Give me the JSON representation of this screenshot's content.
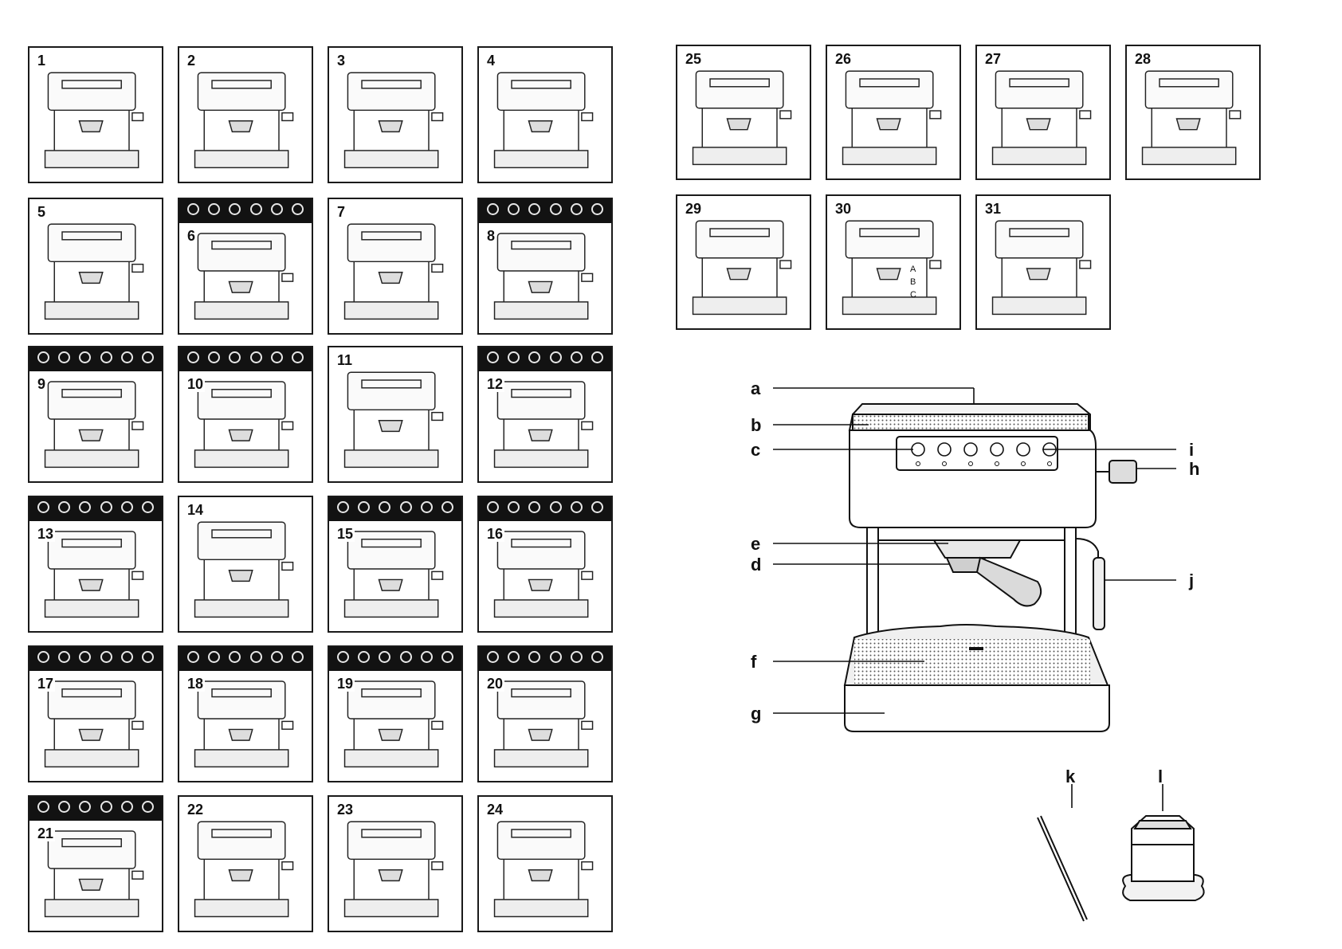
{
  "steps": [
    {
      "n": "1",
      "bar": false
    },
    {
      "n": "2",
      "bar": false
    },
    {
      "n": "3",
      "bar": false
    },
    {
      "n": "4",
      "bar": false
    },
    {
      "n": "5",
      "bar": false
    },
    {
      "n": "6",
      "bar": true
    },
    {
      "n": "7",
      "bar": false
    },
    {
      "n": "8",
      "bar": true
    },
    {
      "n": "9",
      "bar": true
    },
    {
      "n": "10",
      "bar": true
    },
    {
      "n": "11",
      "bar": false
    },
    {
      "n": "12",
      "bar": true
    },
    {
      "n": "13",
      "bar": true
    },
    {
      "n": "14",
      "bar": false
    },
    {
      "n": "15",
      "bar": true
    },
    {
      "n": "16",
      "bar": true
    },
    {
      "n": "17",
      "bar": true
    },
    {
      "n": "18",
      "bar": true
    },
    {
      "n": "19",
      "bar": true
    },
    {
      "n": "20",
      "bar": true
    },
    {
      "n": "21",
      "bar": true
    },
    {
      "n": "22",
      "bar": false
    },
    {
      "n": "23",
      "bar": false
    },
    {
      "n": "24",
      "bar": false
    },
    {
      "n": "25",
      "bar": false
    },
    {
      "n": "26",
      "bar": false
    },
    {
      "n": "27",
      "bar": false
    },
    {
      "n": "28",
      "bar": false
    },
    {
      "n": "29",
      "bar": false
    },
    {
      "n": "30",
      "bar": false
    },
    {
      "n": "31",
      "bar": false
    }
  ],
  "step30_parts": [
    "A",
    "B",
    "C"
  ],
  "parts": {
    "a": "a",
    "b": "b",
    "c": "c",
    "d": "d",
    "e": "e",
    "f": "f",
    "g": "g",
    "h": "h",
    "i": "i",
    "j": "j",
    "k": "k",
    "l": "l"
  }
}
